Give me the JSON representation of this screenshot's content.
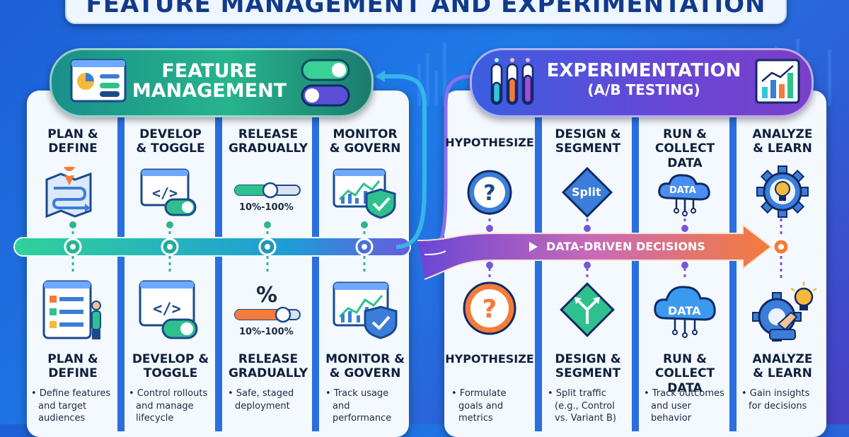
{
  "title": "FEATURE MANAGEMENT AND EXPERIMENTATION",
  "colors": {
    "green": "#2fc18d",
    "teal": "#1aa58f",
    "purple": "#6a46d6",
    "orange": "#f57b3a",
    "navy": "#123a8c"
  },
  "feature_management": {
    "title_line1": "FEATURE",
    "title_line2": "MANAGEMENT",
    "steps": [
      {
        "top_label": "PLAN &\nDEFINE",
        "bottom_label": "PLAN &\nDEFINE",
        "desc_lines": [
          "• Define features",
          "and target",
          "audiences"
        ],
        "icon": "roadmap-icon"
      },
      {
        "top_label": "DEVELOP\n& TOGGLE",
        "bottom_label": "DEVELOP &\nTOGGLE",
        "desc_lines": [
          "• Control rollouts",
          "and manage",
          "lifecycle"
        ],
        "icon": "code-toggle-icon"
      },
      {
        "top_label": "RELEASE\nGRADUALLY",
        "bottom_label": "RELEASE\nGRADUALLY",
        "desc_lines": [
          "• Safe, staged",
          "deployment"
        ],
        "icon": "slider-icon",
        "top_sub": "10%-100%",
        "bottom_sub": "10%-100%",
        "bottom_symbol": "%"
      },
      {
        "top_label": "MONITOR\n& GOVERN",
        "bottom_label": "MONITOR &\n& GOVERN",
        "desc_lines": [
          "• Track usage",
          "and",
          "performance"
        ],
        "icon": "monitor-shield-icon"
      }
    ]
  },
  "experimentation": {
    "title_line1": "EXPERIMENTATION",
    "title_line2": "(A/B TESTING)",
    "flow_label": "DATA-DRIVEN DECISIONS",
    "steps": [
      {
        "top_label": "HYPOTHESIZE",
        "bottom_label": "HYPOTHESIZE",
        "desc_lines": [
          "• Formulate",
          "goals and",
          "metrics"
        ],
        "icon": "question-icon"
      },
      {
        "top_label": "DESIGN &\nSEGMENT",
        "bottom_label": "DESIGN &\nSEGMENT",
        "desc_lines": [
          "• Split traffic",
          "(e.g., Control",
          "vs. Variant B)"
        ],
        "icon": "split-icon",
        "top_icon_text": "Split"
      },
      {
        "top_label": "RUN &\nCOLLECT DATA",
        "bottom_label": "RUN &\nCOLLECT DATA",
        "desc_lines": [
          "• Track outcomes",
          "and user",
          "behavior"
        ],
        "icon": "data-cloud-icon",
        "icon_text": "DATA"
      },
      {
        "top_label": "ANALYZE\n& LEARN",
        "bottom_label": "ANALYZE\n& LEARN",
        "desc_lines": [
          "• Gain insights",
          "for decisions"
        ],
        "icon": "gear-bulb-icon"
      }
    ]
  }
}
